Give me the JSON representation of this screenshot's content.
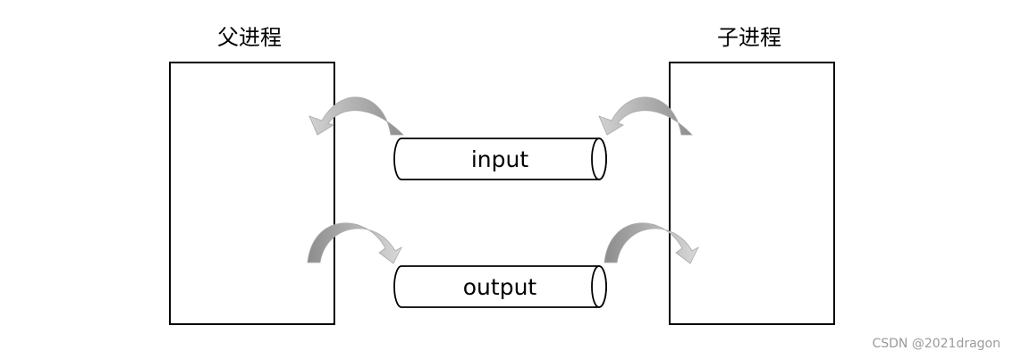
{
  "processes": {
    "parent": {
      "title": "父进程"
    },
    "child": {
      "title": "子进程"
    }
  },
  "pipes": {
    "input": {
      "label": "input"
    },
    "output": {
      "label": "output"
    }
  },
  "watermark": "CSDN @2021dragon",
  "colors": {
    "stroke": "#000000",
    "arrow_light": "#d9d9d9",
    "arrow_dark": "#8c8c8c",
    "watermark": "#9a9a9a"
  }
}
